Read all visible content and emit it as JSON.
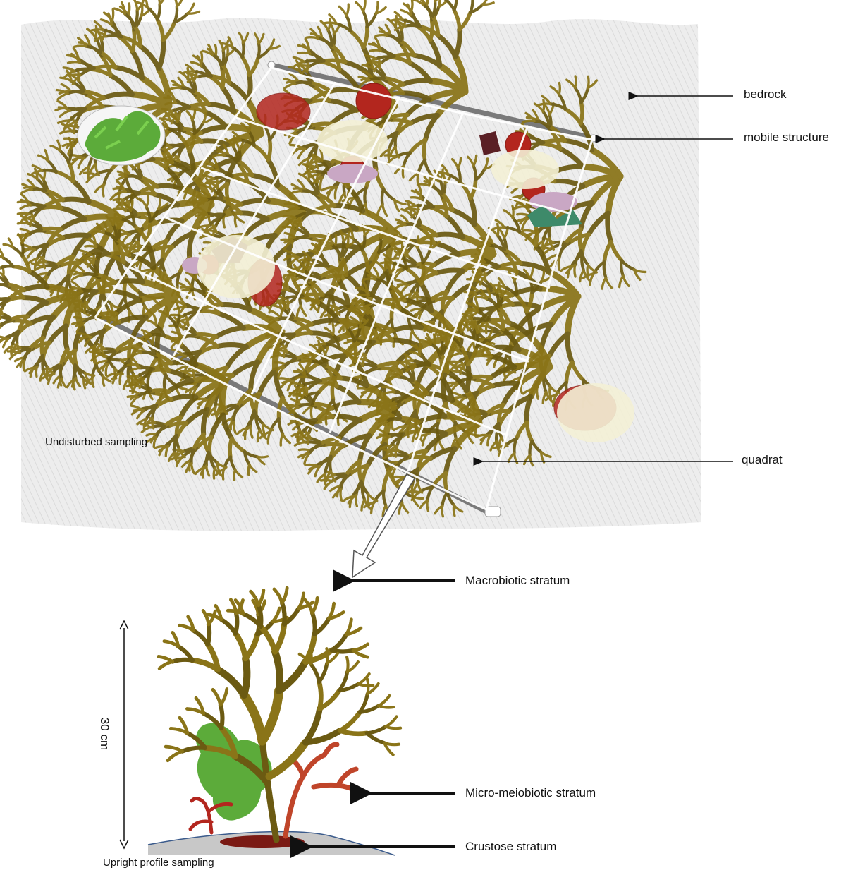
{
  "labels": {
    "bedrock": "bedrock",
    "mobile_structure": "mobile structure",
    "quadrat": "quadrat",
    "undisturbed_sampling": "Undisturbed sampling",
    "macrobiotic_stratum": "Macrobiotic stratum",
    "micro_meiobiotic_stratum": "Micro-meiobiotic stratum",
    "crustose_stratum": "Crustose stratum",
    "upright_profile_sampling": "Upright profile sampling",
    "height": "30 cm"
  },
  "colors": {
    "brown_alga": "#8a7418",
    "brown_alga_dark": "#6b5a12",
    "red_alga": "#b3261e",
    "green_alga": "#5cab3a",
    "pink_crust": "#c9a7c4",
    "dark_crust": "#5a1f25",
    "quadrat_bar": "#7a7a7a",
    "bedrock": "#e4e4e4"
  }
}
